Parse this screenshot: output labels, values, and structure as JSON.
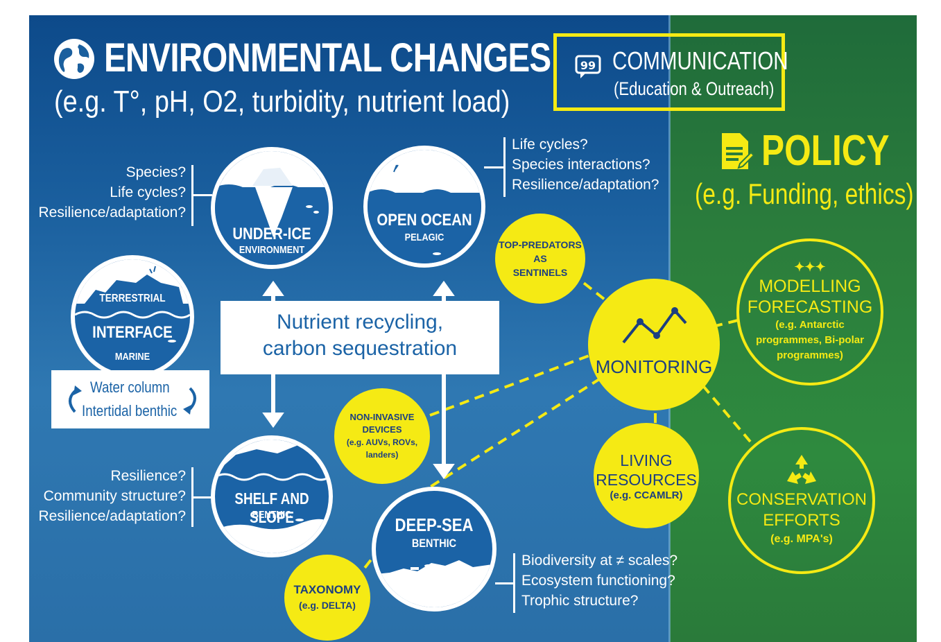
{
  "env": {
    "title": "ENVIRONMENTAL CHANGES",
    "subtitle": "(e.g. T°, pH, O2, turbidity, nutrient load)"
  },
  "communication": {
    "title": "COMMUNICATION",
    "subtitle": "(Education & Outreach)"
  },
  "policy": {
    "title": "POLICY",
    "subtitle": "(e.g. Funding, ethics)"
  },
  "under_ice": {
    "questions": [
      "Species?",
      "Life cycles?",
      "Resilience/adaptation?"
    ],
    "title": "UNDER-ICE",
    "sub": "ENVIRONMENT"
  },
  "open_ocean": {
    "questions": [
      "Life cycles?",
      "Species interactions?",
      "Resilience/adaptation?"
    ],
    "title": "OPEN OCEAN",
    "sub": "PELAGIC"
  },
  "terrestrial": {
    "top": "TERRESTRIAL",
    "mid": "INTERFACE",
    "bottom": "MARINE",
    "box_line1": "Water column",
    "box_line2": "Intertidal benthic"
  },
  "nutrient": {
    "line1": "Nutrient recycling,",
    "line2": "carbon sequestration"
  },
  "shelf": {
    "questions": [
      "Resilience?",
      "Community structure?",
      "Resilience/adaptation?"
    ],
    "title": "SHELF AND SLOPE",
    "sub": "BENTHIC"
  },
  "deep_sea": {
    "questions": [
      "Biodiversity at ≠ scales?",
      "Ecosystem functioning?",
      "Trophic structure?"
    ],
    "title": "DEEP-SEA",
    "sub": "BENTHIC"
  },
  "top_predators": {
    "l1": "TOP-PREDATORS",
    "l2": "AS",
    "l3": "SENTINELS"
  },
  "monitoring": {
    "label": "MONITORING"
  },
  "non_invasive": {
    "l1": "NON-INVASIVE",
    "l2": "DEVICES",
    "l3": "(e.g. AUVs, ROVs,",
    "l4": "landers)"
  },
  "taxonomy": {
    "l1": "TAXONOMY",
    "l2": "(e.g. DELTA)"
  },
  "living": {
    "l1": "LIVING",
    "l2": "RESOURCES",
    "l3": "(e.g. CCAMLR)"
  },
  "modelling": {
    "l1": "MODELLING",
    "l2": "FORECASTING",
    "l3": "(e.g. Antarctic",
    "l4": "programmes, Bi-polar",
    "l5": "programmes)"
  },
  "conservation": {
    "l1": "CONSERVATION",
    "l2": "EFFORTS",
    "l3": "(e.g. MPA's)"
  },
  "colors": {
    "yellow": "#f5ea14",
    "ocean_blue": "#1a5f9e",
    "green": "#2b7d3c",
    "navy_text": "#1c3f80"
  },
  "icons": [
    "globe-icon",
    "speech-bubble-icon",
    "document-icon",
    "chart-line-icon",
    "sparkles-icon",
    "recycle-icon"
  ]
}
